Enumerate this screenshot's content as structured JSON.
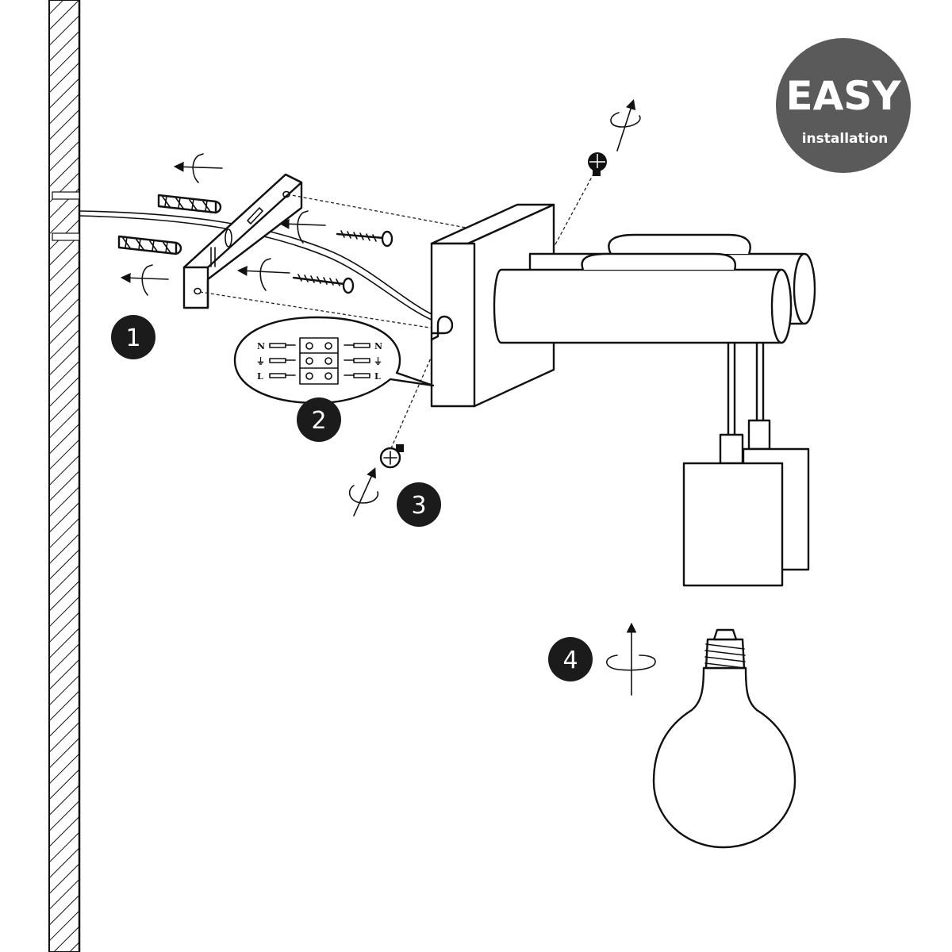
{
  "badge": {
    "title": "EASY",
    "subtitle": "installation",
    "color": "#5a5a5a"
  },
  "steps": [
    {
      "label": "1"
    },
    {
      "label": "2"
    },
    {
      "label": "3"
    },
    {
      "label": "4"
    }
  ],
  "wiring": {
    "left_terminals": [
      "N",
      "⏚",
      "L"
    ],
    "right_terminals": [
      "N",
      "⏚",
      "L"
    ]
  },
  "colors": {
    "line": "#111111",
    "step_circle": "#1b1b1b",
    "background": "#ffffff"
  }
}
